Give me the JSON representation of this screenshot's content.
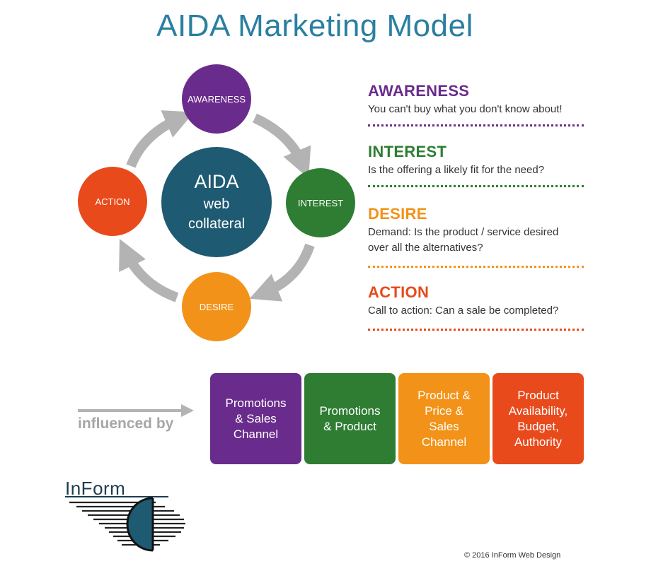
{
  "title": "AIDA Marketing Model",
  "cycle": {
    "center": {
      "line1": "AIDA",
      "line2": "web",
      "line3": "collateral"
    },
    "nodes": {
      "awareness": "AWARENESS",
      "interest": "INTEREST",
      "desire": "DESIRE",
      "action": "ACTION"
    }
  },
  "stages": [
    {
      "heading": "AWARENESS",
      "desc1": "You can't buy what you don't know about!",
      "desc2": ""
    },
    {
      "heading": "INTEREST",
      "desc1": "Is the offering a likely fit for the need?",
      "desc2": ""
    },
    {
      "heading": "DESIRE",
      "desc1": "Demand: Is the product / service desired",
      "desc2": "over all the alternatives?"
    },
    {
      "heading": "ACTION",
      "desc1": "Call to action: Can a sale be completed?",
      "desc2": ""
    }
  ],
  "influenced_label": "influenced by",
  "influences": [
    {
      "line1": "Promotions",
      "line2": "& Sales",
      "line3": "Channel",
      "line4": ""
    },
    {
      "line1": "Promotions",
      "line2": "& Product",
      "line3": "",
      "line4": ""
    },
    {
      "line1": "Product &",
      "line2": "Price &",
      "line3": "Sales",
      "line4": "Channel"
    },
    {
      "line1": "Product",
      "line2": "Availability,",
      "line3": "Budget,",
      "line4": "Authority"
    }
  ],
  "logo_text": "InForm",
  "copyright": "© 2016 InForm Web Design",
  "colors": {
    "title": "#2a7fa0",
    "awareness": "#6a2c8c",
    "interest": "#2e7d32",
    "desire": "#f39218",
    "action": "#e84a1b",
    "center": "#1e5a72",
    "arrow": "#b3b3b3"
  }
}
